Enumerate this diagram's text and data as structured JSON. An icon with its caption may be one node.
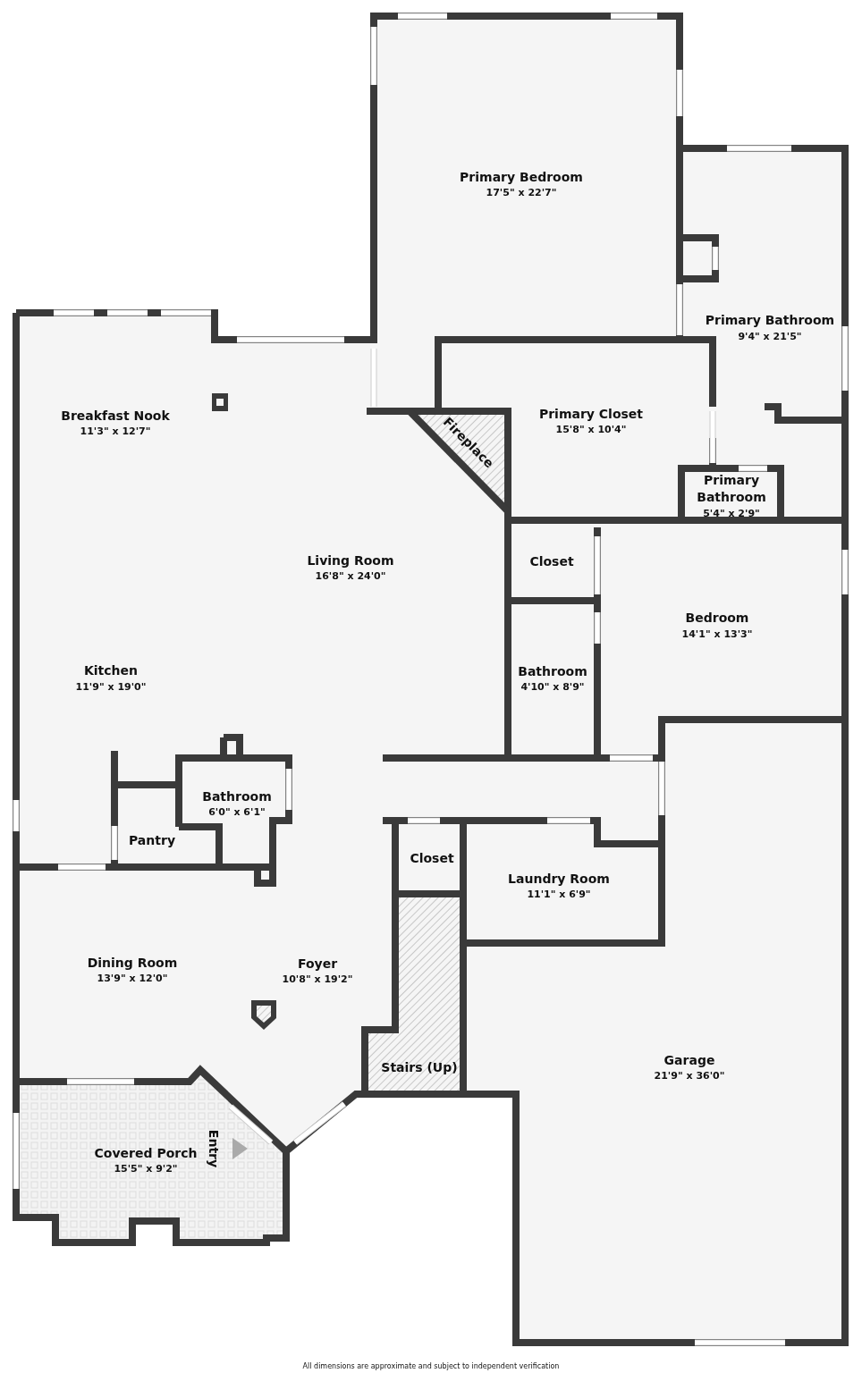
{
  "diagram": {
    "labels": [
      "Primary Bedroom",
      "17'5\" x 22'7\"",
      "Primary Bathroom",
      "9'4\" x 21'5\"",
      "Breakfast Nook",
      "11'3\" x 12'7\"",
      "Primary Closet",
      "15'8\" x 10'4\"",
      "Fireplace",
      "Primary Bathroom",
      "5'4\" x 2'9\"",
      "Closet",
      "Living Room",
      "16'8\" x 24'0\"",
      "Bedroom",
      "14'1\" x 13'3\"",
      "Kitchen",
      "11'9\" x 19'0\"",
      "Bathroom",
      "4'10\" x 8'9\"",
      "Bathroom",
      "6'0\" x 6'1\"",
      "Pantry",
      "Closet",
      "Laundry Room",
      "11'1\" x 6'9\"",
      "Dining Room",
      "13'9\" x 12'0\"",
      "Foyer",
      "10'8\" x 19'2\"",
      "Stairs (Up)",
      "Garage",
      "21'9\" x 36'0\"",
      "Entry",
      "Covered Porch",
      "15'5\" x 9'2\"",
      "All dimensions are approximate and subject to independent verification"
    ]
  }
}
